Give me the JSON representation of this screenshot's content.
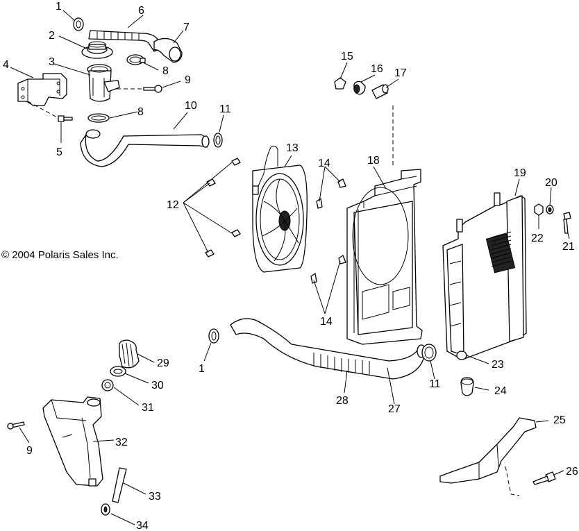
{
  "copyright": "© 2004 Polaris Sales Inc.",
  "callouts": {
    "c1a": "1",
    "c1b": "1",
    "c2": "2",
    "c3": "3",
    "c4": "4",
    "c5": "5",
    "c6": "6",
    "c7": "7",
    "c8a": "8",
    "c8b": "8",
    "c9a": "9",
    "c9b": "9",
    "c10": "10",
    "c11a": "11",
    "c11b": "11",
    "c12": "12",
    "c13": "13",
    "c14a": "14",
    "c14b": "14",
    "c15": "15",
    "c16": "16",
    "c17": "17",
    "c18": "18",
    "c19": "19",
    "c20": "20",
    "c21": "21",
    "c22": "22",
    "c23": "23",
    "c24": "24",
    "c25": "25",
    "c26": "26",
    "c27": "27",
    "c28": "28",
    "c29": "29",
    "c30": "30",
    "c31": "31",
    "c32": "32",
    "c33": "33",
    "c34": "34"
  }
}
